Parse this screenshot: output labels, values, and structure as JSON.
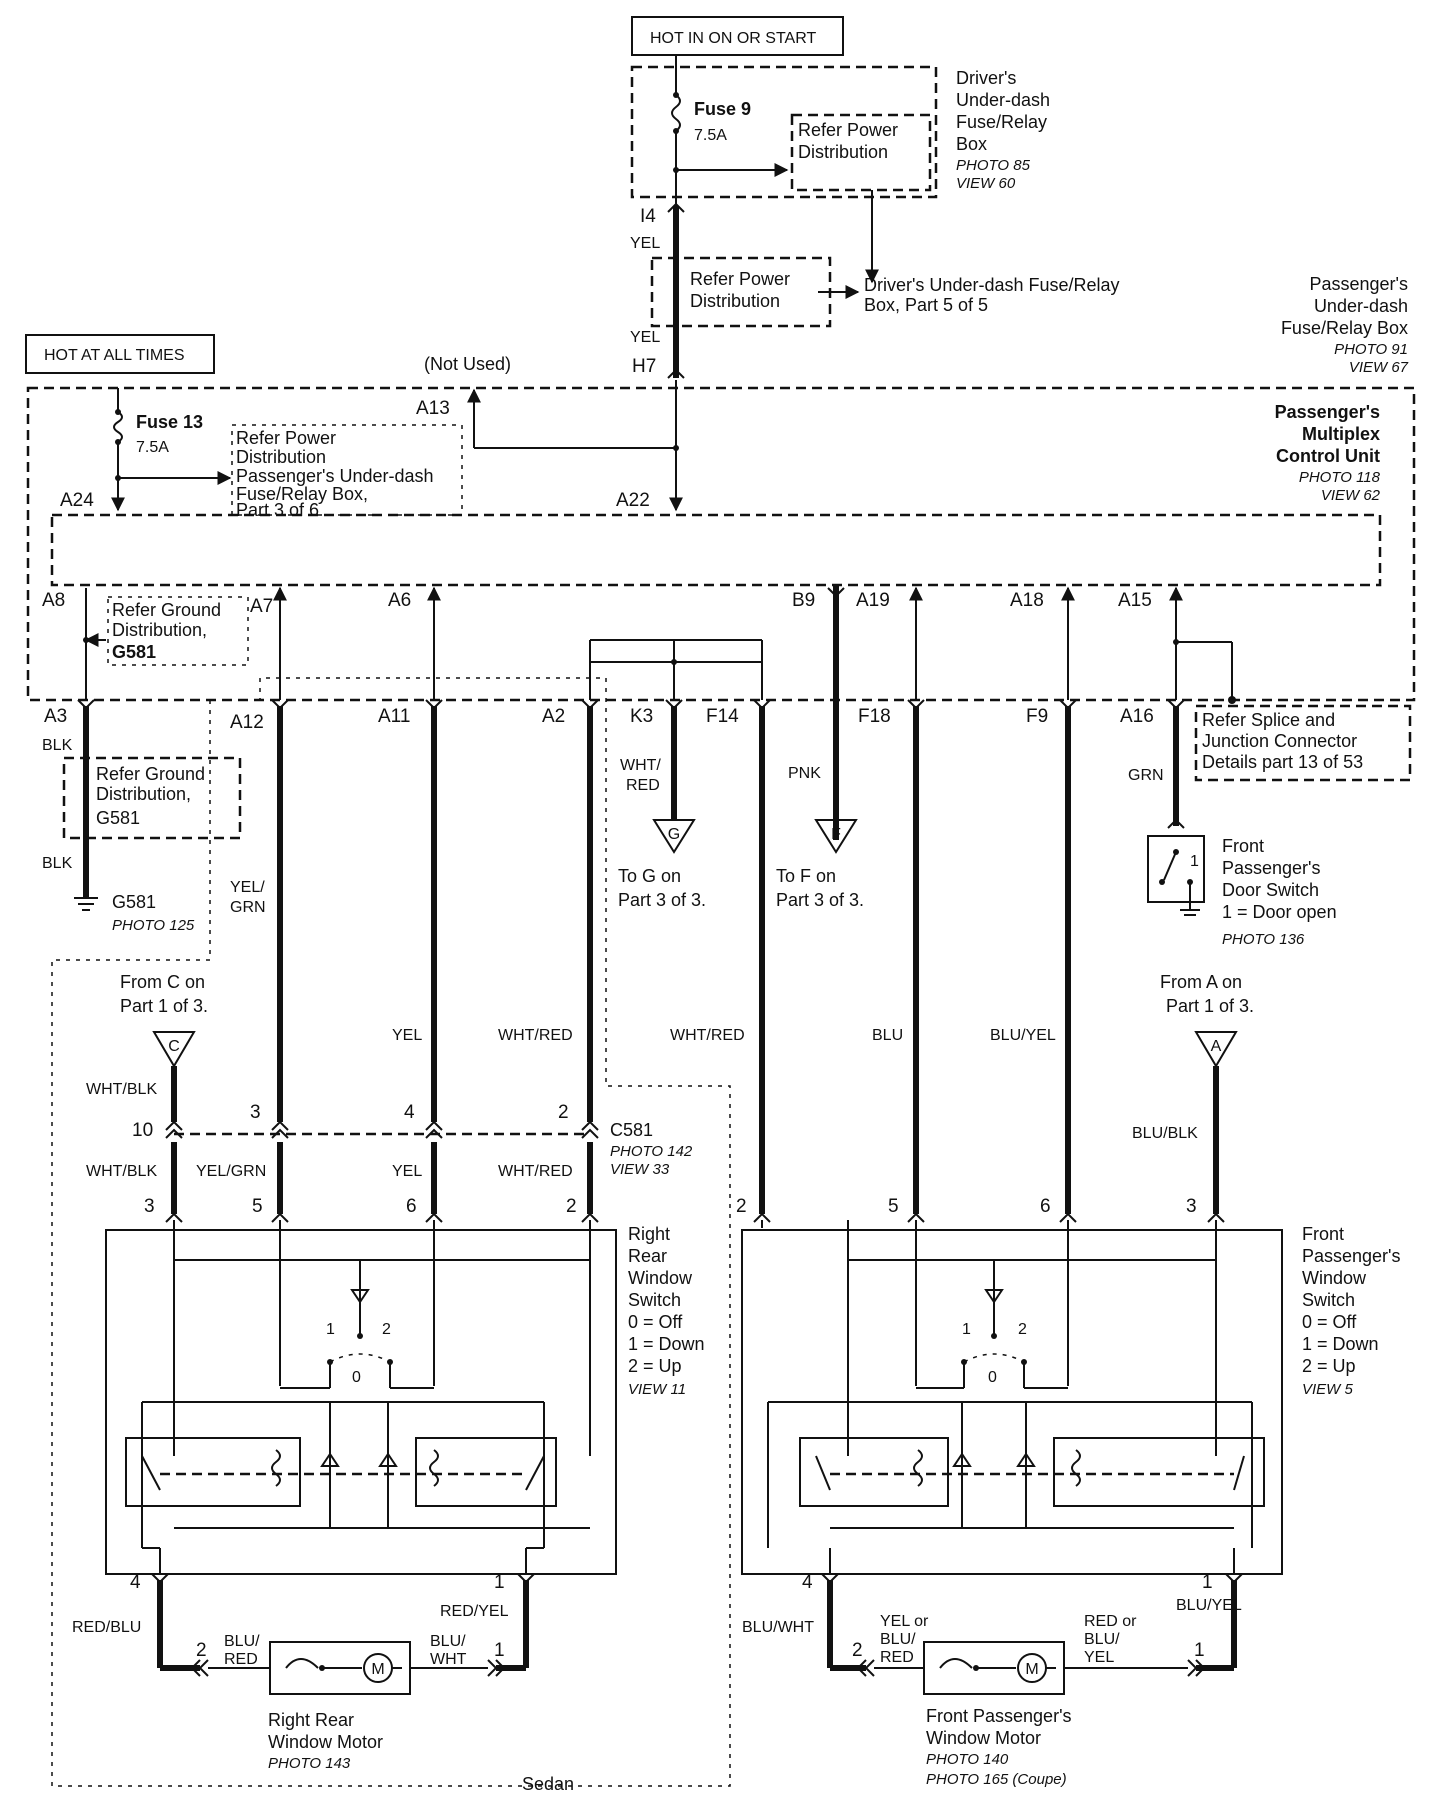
{
  "labels": {
    "hot_in_on": "HOT IN ON OR START",
    "hot_at_all": "HOT AT ALL TIMES",
    "fuse9": "Fuse 9",
    "fuse9_amp": "7.5A",
    "fuse13": "Fuse 13",
    "fuse13_amp": "7.5A",
    "refer_power_a1": "Refer Power",
    "refer_power_a2": "Distribution",
    "refer_power_b1": "Refer Power",
    "refer_power_b2": "Distribution",
    "refer_power_c1": "Refer Power",
    "refer_power_c2": "Distribution",
    "refer_power_c3": "Passenger's Under-dash",
    "refer_power_c4": "Fuse/Relay Box,",
    "refer_power_c5": "Part 3 of 6",
    "drivers_box1": "Driver's",
    "drivers_box2": "Under-dash",
    "drivers_box3": "Fuse/Relay",
    "drivers_box4": "Box",
    "drivers_photo": "PHOTO 85",
    "drivers_view": "VIEW 60",
    "drivers_part1": "Driver's Under-dash Fuse/Relay",
    "drivers_part2": "Box, Part 5 of 5",
    "pass_box1": "Passenger's",
    "pass_box2": "Under-dash",
    "pass_box3": "Fuse/Relay Box",
    "pass_photo": "PHOTO 91",
    "pass_view": "VIEW 67",
    "mpcu1": "Passenger's",
    "mpcu2": "Multiplex",
    "mpcu3": "Control Unit",
    "mpcu_photo": "PHOTO 118",
    "mpcu_view": "VIEW 62",
    "not_used": "(Not Used)",
    "ground_ref1": "Refer Ground",
    "ground_ref2": "Distribution,",
    "ground_ref3": "G581",
    "g581": "G581",
    "g581_photo": "PHOTO 125",
    "to_g1": "To G on",
    "to_g2": "Part 3 of 3.",
    "to_f1": "To F on",
    "to_f2": "Part 3 of 3.",
    "splice1": "Refer Splice and",
    "splice2": "Junction Connector",
    "splice3": "Details part 13 of 53",
    "door1": "Front",
    "door2": "Passenger's",
    "door3": "Door Switch",
    "door4": "1 = Door open",
    "door_photo": "PHOTO 136",
    "from_c1": "From C on",
    "from_c2": "Part 1 of 3.",
    "from_a1": "From A on",
    "from_a2": "Part 1 of 3.",
    "c581": "C581",
    "c581_photo": "PHOTO 142",
    "c581_view": "VIEW 33",
    "rr_sw1": "Right",
    "rr_sw2": "Rear",
    "rr_sw3": "Window",
    "rr_sw4": "Switch",
    "rr_sw5": "0 = Off",
    "rr_sw6": "1 = Down",
    "rr_sw7": "2 = Up",
    "rr_sw_view": "VIEW 11",
    "fp_sw1": "Front",
    "fp_sw2": "Passenger's",
    "fp_sw3": "Window",
    "fp_sw4": "Switch",
    "fp_sw5": "0 = Off",
    "fp_sw6": "1 = Down",
    "fp_sw7": "2 = Up",
    "fp_sw_view": "VIEW 5",
    "rr_motor1": "Right Rear",
    "rr_motor2": "Window Motor",
    "rr_motor_photo": "PHOTO 143",
    "fp_motor1": "Front Passenger's",
    "fp_motor2": "Window Motor",
    "fp_motor_photo": "PHOTO 140",
    "fp_motor_photo2": "PHOTO 165 (Coupe)",
    "sedan": "Sedan"
  },
  "pins": {
    "i4": "I4",
    "h7": "H7",
    "a13": "A13",
    "a22": "A22",
    "a24": "A24",
    "a8": "A8",
    "a7": "A7",
    "a6": "A6",
    "b9": "B9",
    "a19": "A19",
    "a18": "A18",
    "a15": "A15",
    "a3": "A3",
    "a12": "A12",
    "a11": "A11",
    "a2": "A2",
    "k3": "K3",
    "f14": "F14",
    "f18": "F18",
    "f9": "F9",
    "a16": "A16",
    "c10": "10",
    "c3": "3",
    "c4": "4",
    "c2": "2",
    "rs3": "3",
    "rs5": "5",
    "rs6": "6",
    "rs2": "2",
    "rs4": "4",
    "rs1": "1",
    "fs2": "2",
    "fs5": "5",
    "fs6": "6",
    "fs3": "3",
    "fs4": "4",
    "fs1": "1",
    "rm2": "2",
    "rm1": "1",
    "fm2": "2",
    "fm1": "1",
    "sw1a": "1",
    "sw2a": "2",
    "sw0a": "0",
    "sw1b": "1",
    "sw2b": "2",
    "sw0b": "0",
    "door_pin": "1"
  },
  "wires": {
    "yel_top": "YEL",
    "yel_mid": "YEL",
    "blk1": "BLK",
    "blk2": "BLK",
    "yelgrn1a": "YEL/",
    "yelgrn1b": "GRN",
    "whtred_k3a": "WHT/",
    "whtred_k3b": "RED",
    "pnk": "PNK",
    "grn": "GRN",
    "whtblk1": "WHT/BLK",
    "whtblk2": "WHT/BLK",
    "yel_a11": "YEL",
    "yel_a11b": "YEL",
    "whtred_a2": "WHT/RED",
    "whtred_a2b": "WHT/RED",
    "yelgrn2": "YEL/GRN",
    "whtred_f14": "WHT/RED",
    "blu_f18": "BLU",
    "bluyel_f9": "BLU/YEL",
    "blublk": "BLU/BLK",
    "redblu": "RED/BLU",
    "redyel": "RED/YEL",
    "blured1": "BLU/",
    "blured2": "RED",
    "bluwht1": "BLU/",
    "bluwht2": "WHT",
    "bluwht_l": "BLU/WHT",
    "bluyel_r": "BLU/YEL",
    "yelorblu1": "YEL or",
    "yelorblu2": "BLU/",
    "yelorblu3": "RED",
    "redorblu1": "RED or",
    "redorblu2": "BLU/",
    "redorblu3": "YEL"
  },
  "connectors": {
    "g": "G",
    "f": "F",
    "c": "C",
    "a": "A",
    "motor": "M"
  }
}
